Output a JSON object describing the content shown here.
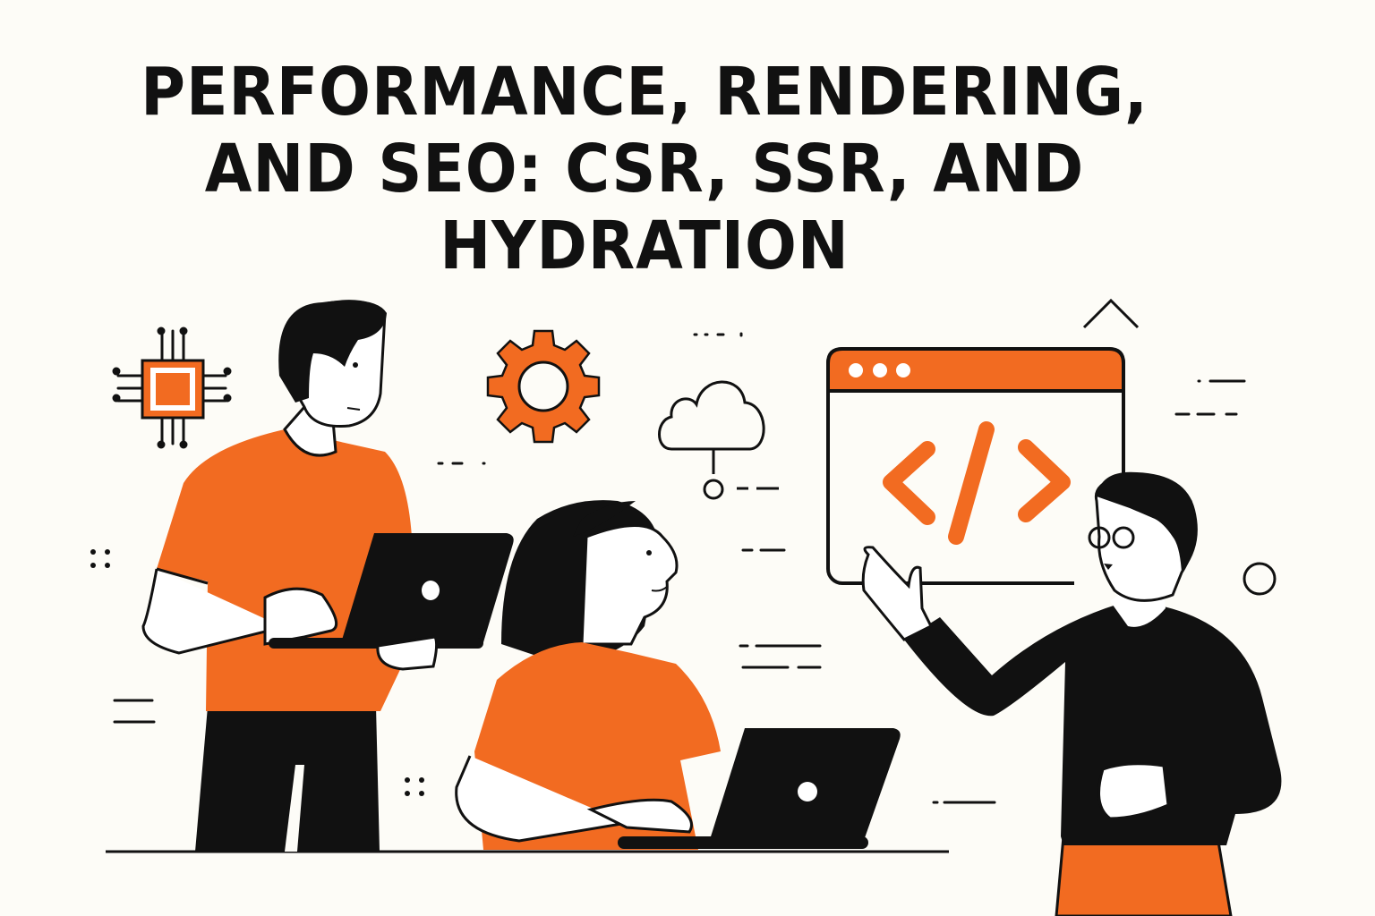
{
  "header": {
    "title_lines": [
      "PERFORMANCE, RENDERING,",
      "AND SEO: CSR, SSR, AND",
      "HYDRATION"
    ]
  },
  "illustration": {
    "colors": {
      "background": "#fdfcf7",
      "accent": "#f26b21",
      "ink": "#111111",
      "skin": "#ffffff"
    },
    "code_window": {
      "symbol": "</>",
      "dots": 3
    },
    "icons": [
      "cpu-chip-icon",
      "gear-icon",
      "cloud-icon",
      "chevron-up-icon",
      "circle-icon"
    ],
    "people": [
      {
        "role": "standing-man-with-laptop",
        "shirt": "orange",
        "pants": "black"
      },
      {
        "role": "seated-woman-with-laptop",
        "shirt": "orange"
      },
      {
        "role": "presenter-with-glasses",
        "shirt": "black",
        "pants": "orange"
      }
    ]
  }
}
